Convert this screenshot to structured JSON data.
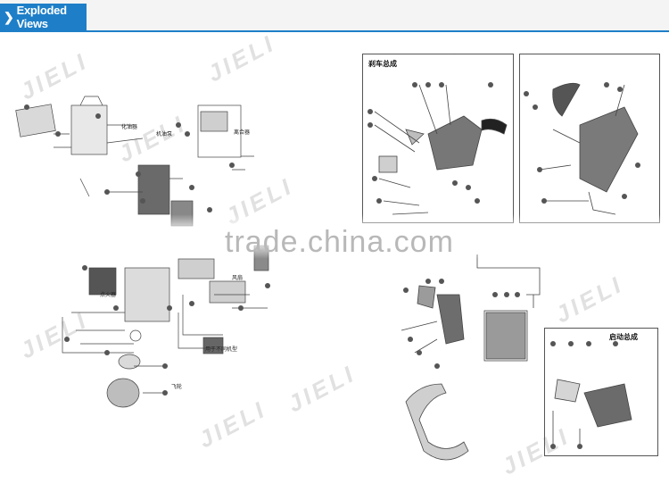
{
  "header": {
    "tab_label": "Exploded Views",
    "accent": "#1e7fc8"
  },
  "watermark": {
    "brand": "JIELI",
    "site": "trade.china.com"
  },
  "labels": {
    "brake_assembly": "刹车总成",
    "starter_assembly": "启动总成",
    "different_models": "用于不同机型",
    "lbl_a": "化油器",
    "lbl_b": "机油泵",
    "lbl_c": "离合器",
    "lbl_d": "飞轮",
    "lbl_e": "点火器",
    "lbl_f": "风扇"
  }
}
